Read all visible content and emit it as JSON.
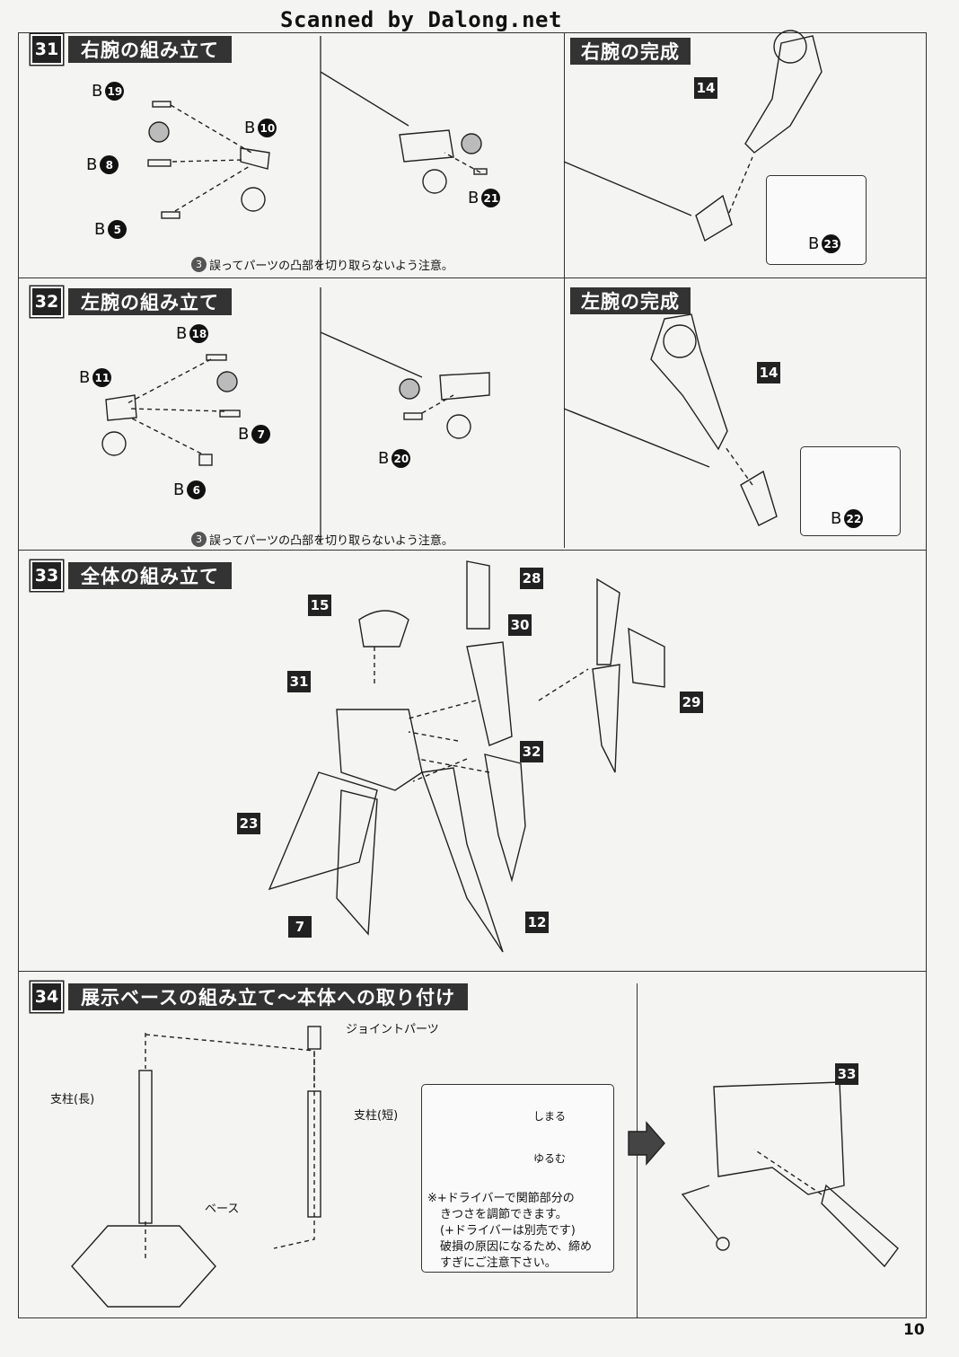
{
  "scan_credit": "Scanned by Dalong.net",
  "step31": {
    "num": "31",
    "title": "右腕の組み立て",
    "complete": "右腕の完成",
    "parts": [
      {
        "l": "B",
        "n": "19"
      },
      {
        "l": "B",
        "n": "10"
      },
      {
        "l": "B",
        "n": "8"
      },
      {
        "l": "B",
        "n": "5"
      },
      {
        "l": "B",
        "n": "21"
      },
      {
        "l": "B",
        "n": "23"
      }
    ],
    "result": "14",
    "note": "誤ってパーツの凸部を切り取らないよう注意。",
    "note_icon": "3"
  },
  "step32": {
    "num": "32",
    "title": "左腕の組み立て",
    "complete": "左腕の完成",
    "parts": [
      {
        "l": "B",
        "n": "18"
      },
      {
        "l": "B",
        "n": "11"
      },
      {
        "l": "B",
        "n": "7"
      },
      {
        "l": "B",
        "n": "6"
      },
      {
        "l": "B",
        "n": "20"
      },
      {
        "l": "B",
        "n": "22"
      }
    ],
    "result": "14",
    "note": "誤ってパーツの凸部を切り取らないよう注意。",
    "note_icon": "3"
  },
  "step33": {
    "num": "33",
    "title": "全体の組み立て",
    "tags": [
      "28",
      "15",
      "30",
      "31",
      "29",
      "32",
      "23",
      "7",
      "12"
    ]
  },
  "step34": {
    "num": "34",
    "title": "展示ベースの組み立て〜本体への取り付け",
    "joint": "ジョイントパーツ",
    "pillar_long": "支柱(長)",
    "pillar_short": "支柱(短)",
    "base": "ベース",
    "tighten": "しまる",
    "loosen": "ゆるむ",
    "note_lines": [
      "※+ドライバーで関節部分の",
      "きつさを調節できます。",
      "(+ドライバーは別売です)",
      "破損の原因になるため、締め",
      "すぎにご注意下さい。"
    ],
    "result": "33"
  },
  "page_number": "10"
}
